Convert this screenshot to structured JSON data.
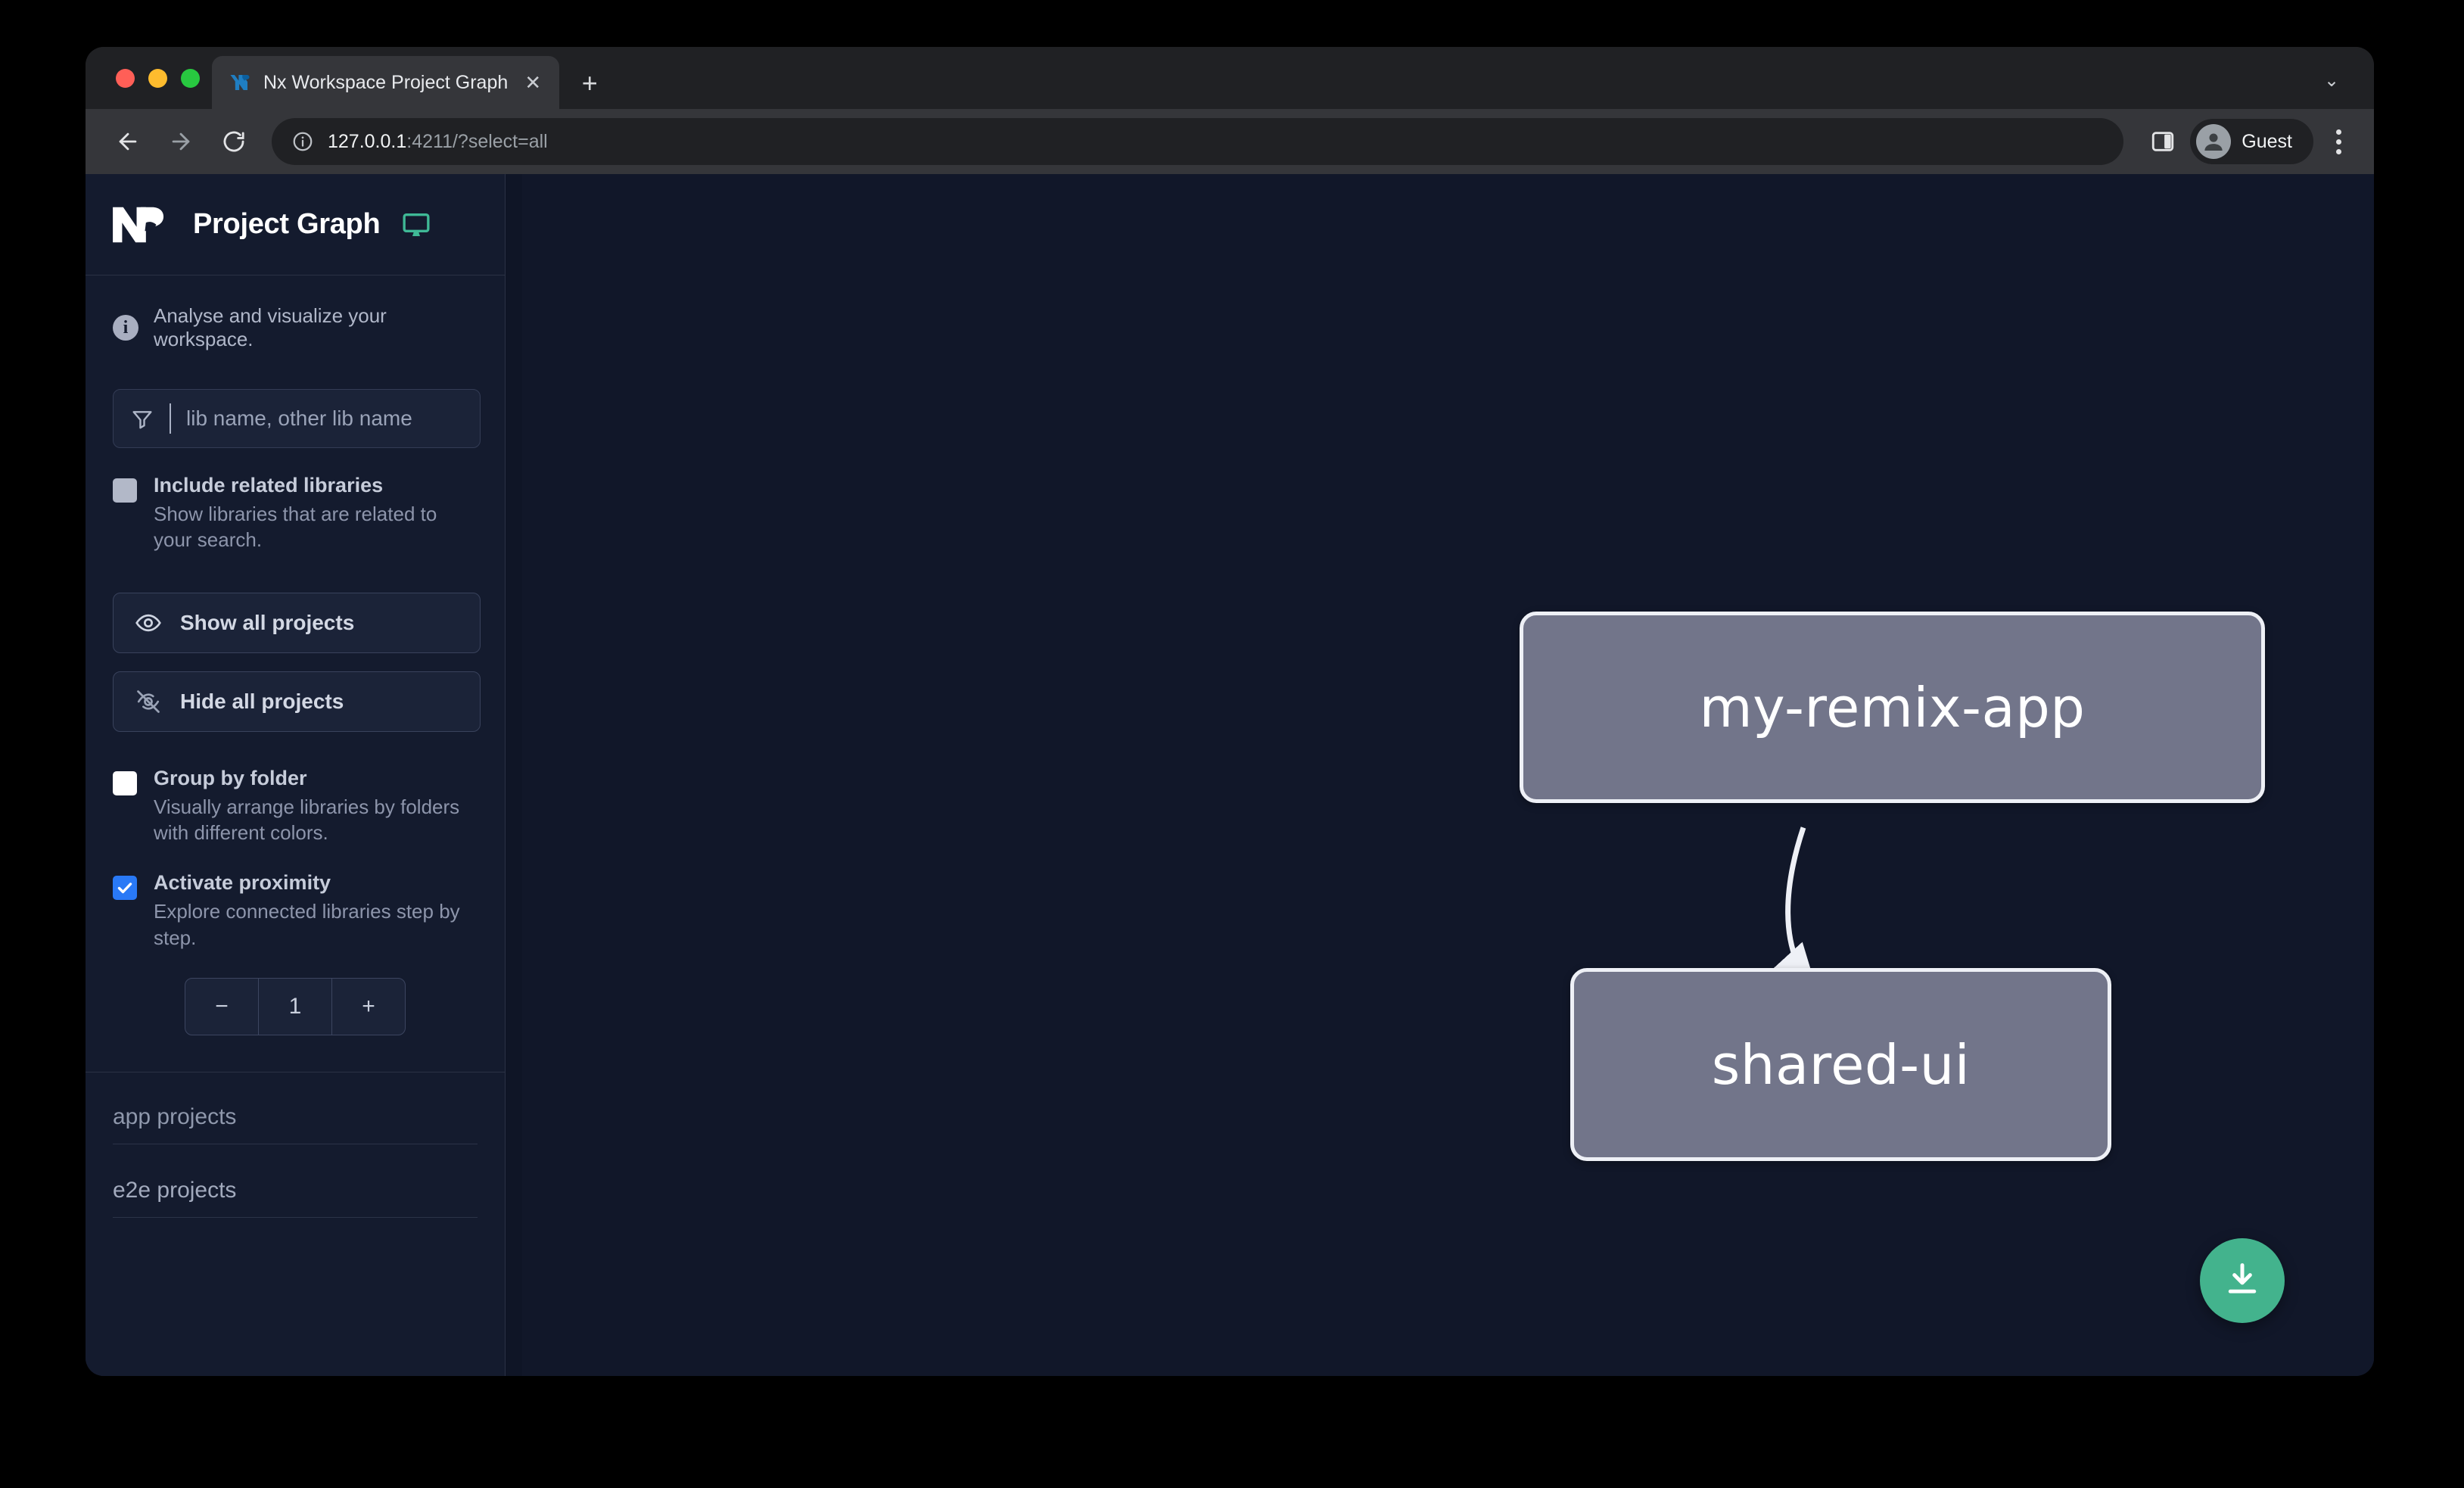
{
  "browser": {
    "tab": {
      "title": "Nx Workspace Project Graph",
      "favicon": "nx-logo-icon",
      "close_label": "✕"
    },
    "new_tab_label": "+",
    "tabstrip_chevron_label": "⌄",
    "nav": {
      "back_label": "←",
      "forward_label": "→",
      "reload_label": "↻"
    },
    "omnibox": {
      "info_icon": "info-circle-icon",
      "url_host": "127.0.0.1",
      "url_rest": ":4211/?select=all"
    },
    "profile": {
      "name": "Guest",
      "avatar_icon": "person-avatar-icon"
    },
    "side_panel_icon": "side-panel-icon",
    "menu_icon": "kebab-menu-icon"
  },
  "sidebar": {
    "logo_icon": "nx-logo-icon",
    "title": "Project Graph",
    "monitor_icon": "monitor-icon",
    "monitor_color": "#3fb996",
    "info": {
      "icon": "info-icon",
      "text": "Analyse and visualize your workspace."
    },
    "search": {
      "icon": "funnel-filter-icon",
      "placeholder": "lib name, other lib name",
      "value": ""
    },
    "options": [
      {
        "id": "include-related-libraries",
        "label": "Include related libraries",
        "description": "Show libraries that are related to your search.",
        "checked": false,
        "state": "disabled"
      },
      {
        "id": "group-by-folder",
        "label": "Group by folder",
        "description": "Visually arrange libraries by folders with different colors.",
        "checked": false,
        "state": "enabled"
      },
      {
        "id": "activate-proximity",
        "label": "Activate proximity",
        "description": "Explore connected libraries step by step.",
        "checked": true,
        "state": "enabled"
      }
    ],
    "buttons": [
      {
        "id": "show-all-projects",
        "label": "Show all projects",
        "icon": "eye-icon"
      },
      {
        "id": "hide-all-projects",
        "label": "Hide all projects",
        "icon": "eye-slash-icon"
      }
    ],
    "stepper": {
      "decrement_label": "−",
      "value": "1",
      "increment_label": "+"
    },
    "groups": [
      {
        "id": "app-projects",
        "label": "app projects"
      },
      {
        "id": "e2e-projects",
        "label": "e2e projects"
      }
    ],
    "accent_checkbox_color": "#2979f6"
  },
  "graph": {
    "nodes": [
      {
        "id": "my-remix-app",
        "label": "my-remix-app"
      },
      {
        "id": "shared-ui",
        "label": "shared-ui"
      }
    ],
    "edges": [
      {
        "from": "my-remix-app",
        "to": "shared-ui"
      }
    ],
    "node_fill": "#72758a",
    "node_border": "#eef0f6",
    "background": "#111729",
    "download_button": {
      "icon": "download-icon",
      "color": "#43b38d"
    }
  }
}
